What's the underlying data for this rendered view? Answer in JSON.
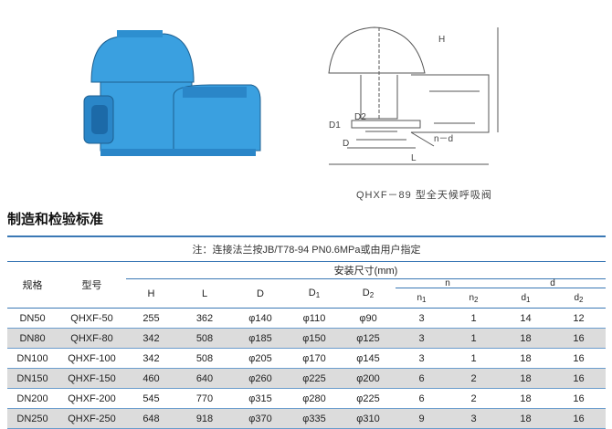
{
  "figure": {
    "caption": "QHXF－89 型全天候呼吸阀",
    "labels": {
      "H": "H",
      "L": "L",
      "D": "D",
      "D1": "D1",
      "D2": "D2",
      "nd": "n－d"
    }
  },
  "section_title": "制造和检验标准",
  "table": {
    "note": "注：连接法兰按JB/T78-94 PN0.6MPa或由用户指定",
    "headers": {
      "spec": "规格",
      "model": "型号",
      "dims": "安装尺寸(mm)",
      "H": "H",
      "L": "L",
      "D": "D",
      "D1": "D",
      "D1_sub": "1",
      "D2": "D",
      "D2_sub": "2",
      "n": "n",
      "d": "d",
      "n1": "n",
      "n1_sub": "1",
      "n2": "n",
      "n2_sub": "2",
      "d1": "d",
      "d1_sub": "1",
      "d2": "d",
      "d2_sub": "2"
    },
    "rows": [
      {
        "spec": "DN50",
        "model": "QHXF-50",
        "H": "255",
        "L": "362",
        "D": "φ140",
        "D1": "φ110",
        "D2": "φ90",
        "n1": "3",
        "n2": "1",
        "d1": "14",
        "d2": "12"
      },
      {
        "spec": "DN80",
        "model": "QHXF-80",
        "H": "342",
        "L": "508",
        "D": "φ185",
        "D1": "φ150",
        "D2": "φ125",
        "n1": "3",
        "n2": "1",
        "d1": "18",
        "d2": "16"
      },
      {
        "spec": "DN100",
        "model": "QHXF-100",
        "H": "342",
        "L": "508",
        "D": "φ205",
        "D1": "φ170",
        "D2": "φ145",
        "n1": "3",
        "n2": "1",
        "d1": "18",
        "d2": "16"
      },
      {
        "spec": "DN150",
        "model": "QHXF-150",
        "H": "460",
        "L": "640",
        "D": "φ260",
        "D1": "φ225",
        "D2": "φ200",
        "n1": "6",
        "n2": "2",
        "d1": "18",
        "d2": "16"
      },
      {
        "spec": "DN200",
        "model": "QHXF-200",
        "H": "545",
        "L": "770",
        "D": "φ315",
        "D1": "φ280",
        "D2": "φ225",
        "n1": "6",
        "n2": "2",
        "d1": "18",
        "d2": "16"
      },
      {
        "spec": "DN250",
        "model": "QHXF-250",
        "H": "648",
        "L": "918",
        "D": "φ370",
        "D1": "φ335",
        "D2": "φ310",
        "n1": "9",
        "n2": "3",
        "d1": "18",
        "d2": "16"
      }
    ]
  },
  "colors": {
    "valve": "#3aa0e0",
    "line": "#3a78b5",
    "gray_row": "#dcdcdc"
  }
}
